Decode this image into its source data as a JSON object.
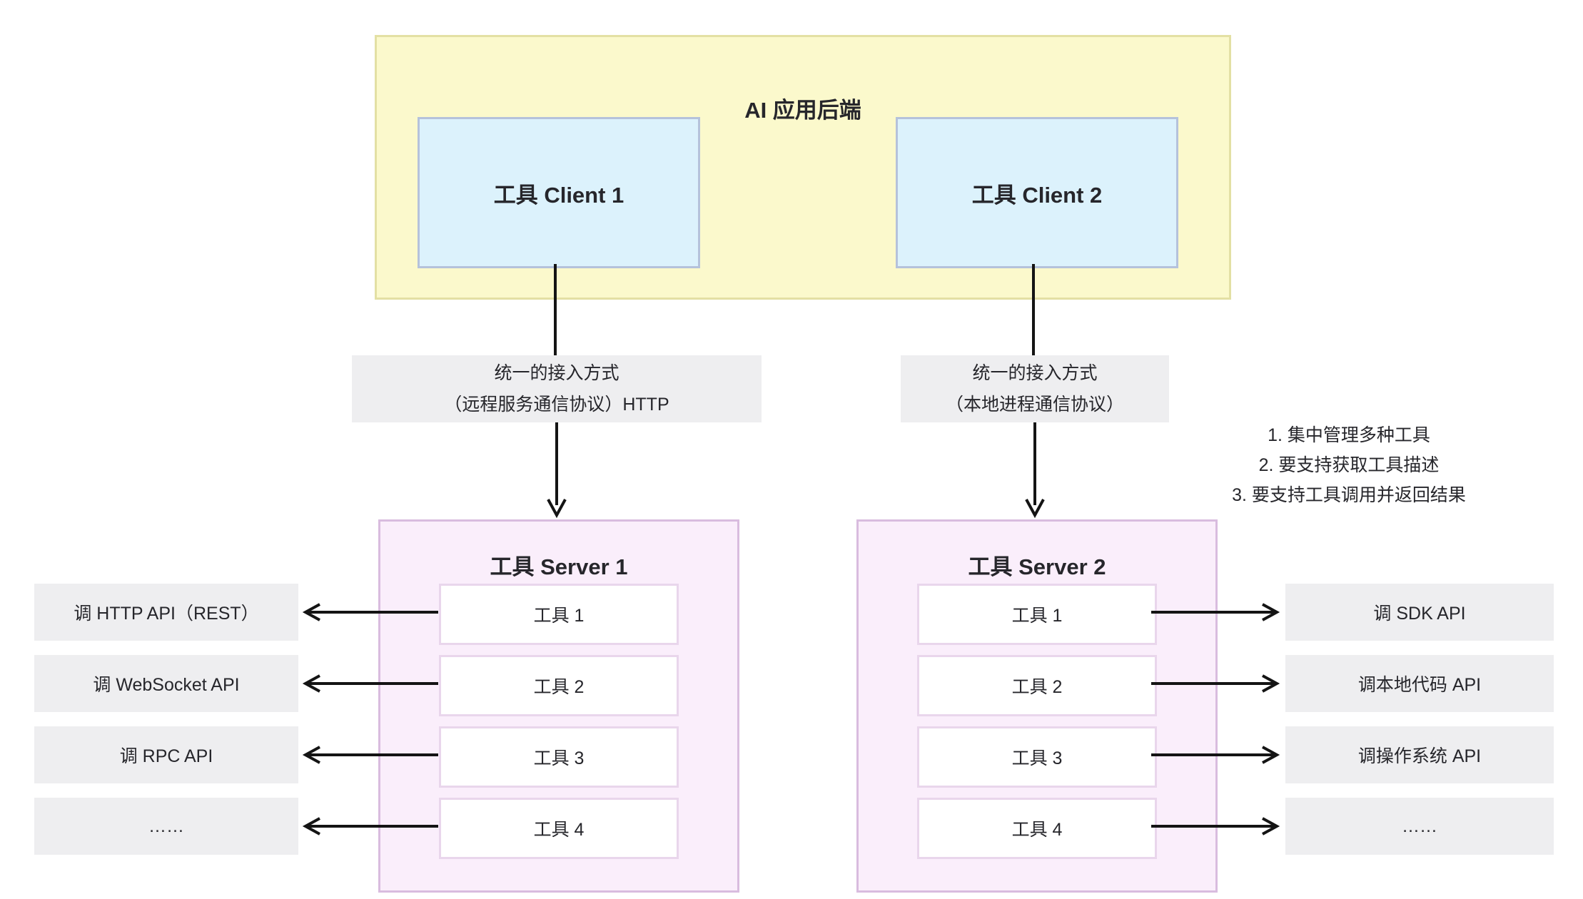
{
  "backend": {
    "title": "AI 应用后端"
  },
  "clients": [
    {
      "label": "工具 Client 1"
    },
    {
      "label": "工具 Client 2"
    }
  ],
  "connectors": [
    {
      "line1": "统一的接入方式",
      "line2": "（远程服务通信协议）HTTP"
    },
    {
      "line1": "统一的接入方式",
      "line2": "（本地进程通信协议）"
    }
  ],
  "notes": {
    "items": [
      "1. 集中管理多种工具",
      "2. 要支持获取工具描述",
      "3. 要支持工具调用并返回结果"
    ]
  },
  "servers": [
    {
      "title": "工具 Server 1",
      "tools": [
        "工具 1",
        "工具 2",
        "工具 3",
        "工具 4"
      ]
    },
    {
      "title": "工具 Server 2",
      "tools": [
        "工具 1",
        "工具 2",
        "工具 3",
        "工具 4"
      ]
    }
  ],
  "left_apis": [
    "调 HTTP API（REST）",
    "调 WebSocket API",
    "调 RPC API",
    "……"
  ],
  "right_apis": [
    "调 SDK API",
    "调本地代码 API",
    "调操作系统 API",
    "……"
  ],
  "colors": {
    "backend_fill": "#FBF9CC",
    "backend_border": "#E3E0A4",
    "client_fill": "#DCF2FC",
    "client_border": "#B5C2DB",
    "server_fill": "#FAEEFB",
    "server_border": "#D9BCDF",
    "tool_border": "#E9D6EC",
    "label_fill": "#EEEEF0",
    "text": "#26262B",
    "arrow": "#141414"
  }
}
